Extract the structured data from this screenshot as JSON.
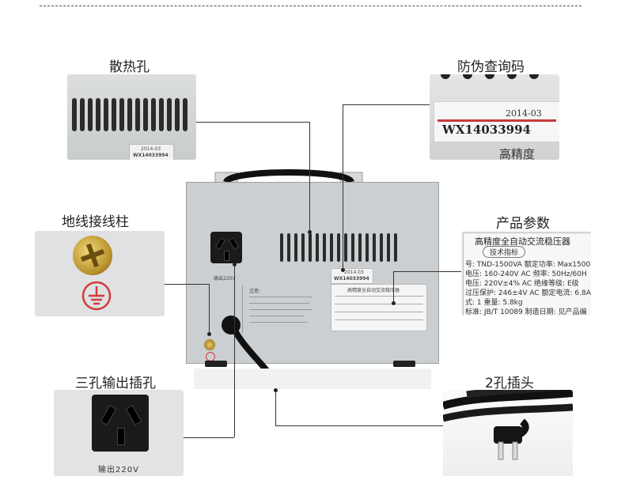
{
  "labels": {
    "vent": "散热孔",
    "anti_fake": "防伪查询码",
    "ground": "地线接线柱",
    "params": "产品参数",
    "socket": "三孔输出插孔",
    "plug": "2孔插头"
  },
  "anti_fake_tag": {
    "date": "2014-03",
    "code": "WX14033994",
    "overlay_text": "高精度"
  },
  "spec_plate": {
    "title": "高精度全自动交流稳压器",
    "subtitle": "技术指标",
    "rows": [
      "号: TND-1500VA  额定功率: Max1500",
      "电压: 160-240V AC   频率: 50Hz/60H",
      "电压: 220V±4% AC   绝缘等级: E级",
      "过压保护: 246±4V AC  额定电流: 6.8A",
      "式: 1              重量: 5.8kg",
      "标准: JB/T 10089   制造日期: 见产品编"
    ]
  },
  "socket_label": "输出220V",
  "device": {
    "socket_label": "输出220V",
    "notice_title": "注意:",
    "tag_date": "2014.03",
    "tag_code": "WX14033994"
  },
  "colors": {
    "panel_gray": "#d4d6d8",
    "dark": "#1a1a1a",
    "tag_red": "#c93a3a",
    "ground_red": "#d33a3a"
  }
}
